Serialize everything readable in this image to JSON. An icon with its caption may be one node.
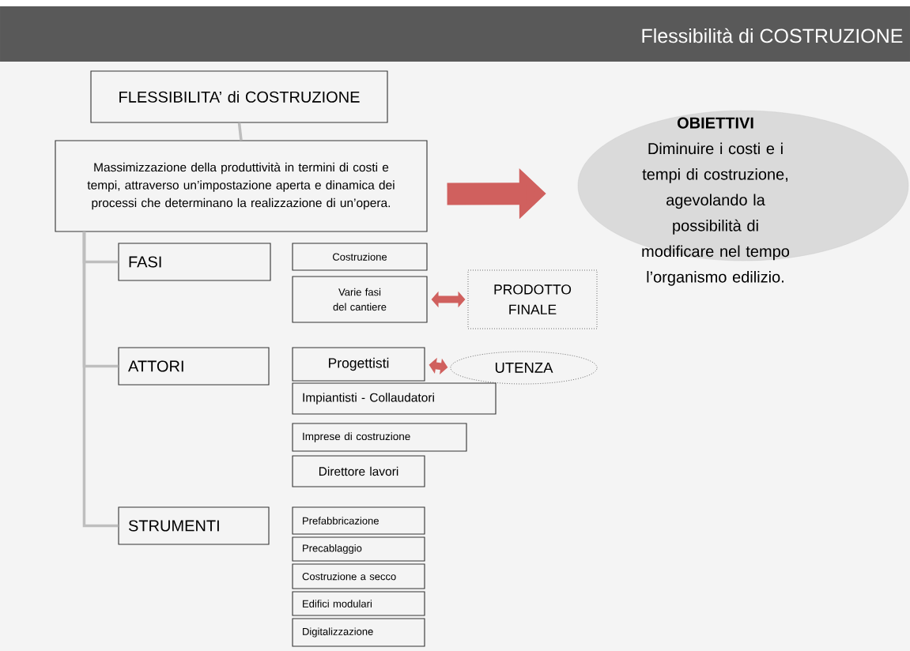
{
  "diagram": {
    "title": "Flessibilità di COSTRUZIONE",
    "nodes": [
      {
        "text": [
          "FLESSIBILITA’ di COSTRUZIONE"
        ]
      },
      {
        "text": [
          "Massimizzazione della produttività in termini di costi e tempi, attraverso un’impostazione aperta e dinamica dei processi che determinano la realizzazione di un’opera."
        ]
      },
      {
        "text": [
          "FASI"
        ]
      },
      {
        "text": [
          "Costruzione"
        ]
      },
      {
        "text": [
          "Varie fasi del cantiere"
        ]
      },
      {
        "text": [
          "PRODOTTO FINALE"
        ]
      },
      {
        "text": [
          "ATTORI"
        ]
      },
      {
        "text": [
          "Progettisti"
        ]
      },
      {
        "text": [
          "UTENZA"
        ]
      },
      {
        "text": [
          "Impiantisti - Collaudatori"
        ]
      },
      {
        "text": [
          "Imprese di costruzione"
        ]
      },
      {
        "text": [
          "Direttore lavori"
        ]
      },
      {
        "text": [
          "STRUMENTI"
        ]
      },
      {
        "text": [
          "Prefabbricazione"
        ]
      },
      {
        "text": [
          "Precablaggio"
        ]
      },
      {
        "text": [
          "Costruzione a secco"
        ]
      },
      {
        "text": [
          "Edifici modulari"
        ]
      },
      {
        "text": [
          "Digitalizzazione"
        ]
      },
      {
        "text": [
          "OBIETTIVI",
          "Diminuire i costi e i tempi di costruzione, agevolando la possibilità di modificare nel tempo l’organismo edilizio."
        ]
      }
    ],
    "edges": [
      {
        "from": 0,
        "to": 1,
        "arrow": "none"
      },
      {
        "from": 1,
        "to": 2,
        "arrow": "none"
      },
      {
        "from": 1,
        "to": 6,
        "arrow": "none"
      },
      {
        "from": 1,
        "to": 12,
        "arrow": "none"
      },
      {
        "from": 1,
        "to": 18,
        "arrow": "to",
        "style": "thick",
        "color": "#d0605e"
      },
      {
        "from": 4,
        "to": 5,
        "arrow": "both",
        "style": "thick",
        "color": "#d0605e"
      },
      {
        "from": 7,
        "to": 8,
        "arrow": "both",
        "style": "thick",
        "color": "#d0605e"
      }
    ]
  }
}
